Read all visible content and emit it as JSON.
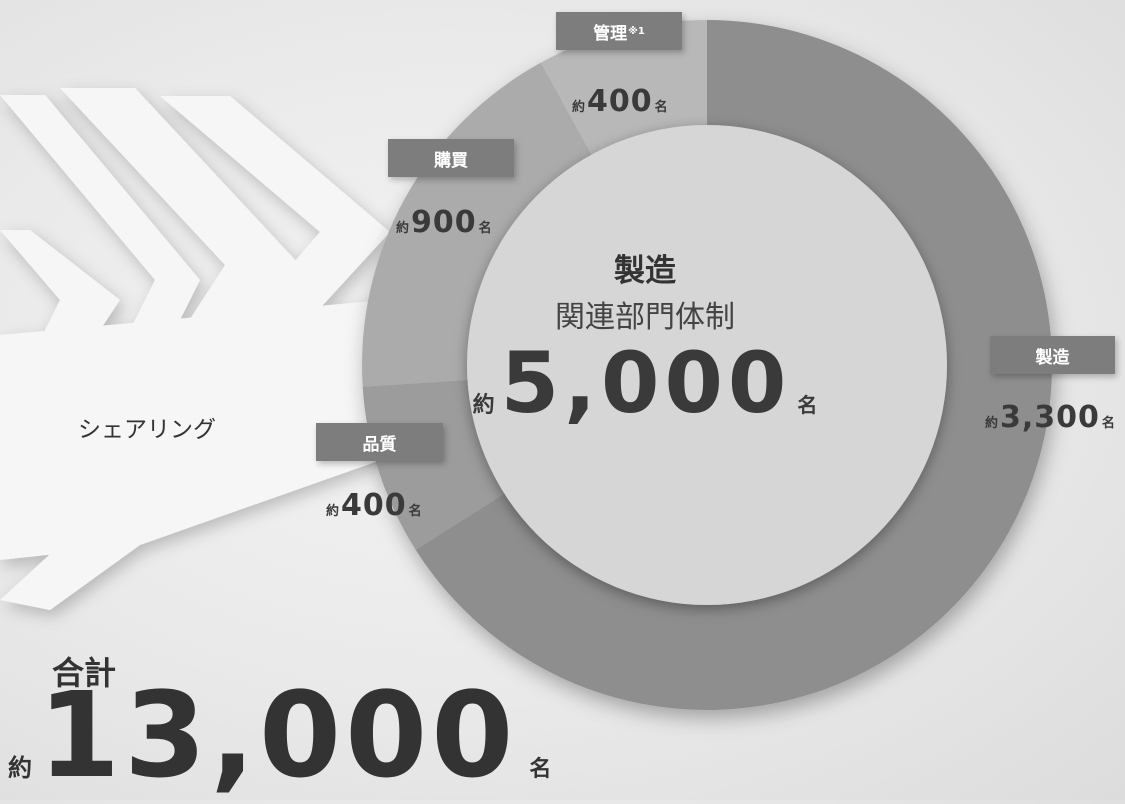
{
  "chart_data": {
    "type": "pie",
    "center": {
      "title": "製造",
      "subtitle": "関連部門体制",
      "prefix": "約",
      "value": "5,000",
      "unit": "名"
    },
    "slices": [
      {
        "label": "製造",
        "prefix": "約",
        "value": 3300,
        "display": "3,300",
        "unit": "名",
        "color": "#8e8e8e"
      },
      {
        "label": "品質",
        "prefix": "約",
        "value": 400,
        "display": "400",
        "unit": "名",
        "color": "#9c9c9c"
      },
      {
        "label": "購買",
        "prefix": "約",
        "value": 900,
        "display": "900",
        "unit": "名",
        "color": "#ababab"
      },
      {
        "label": "管理",
        "footnote": "※1",
        "prefix": "約",
        "value": 400,
        "display": "400",
        "unit": "名",
        "color": "#b8b8b8"
      }
    ],
    "label_box_color": "#7d7d7d"
  },
  "share_label": "シェアリング",
  "total": {
    "title": "合計",
    "prefix": "約",
    "value": "13,000",
    "unit": "名"
  }
}
